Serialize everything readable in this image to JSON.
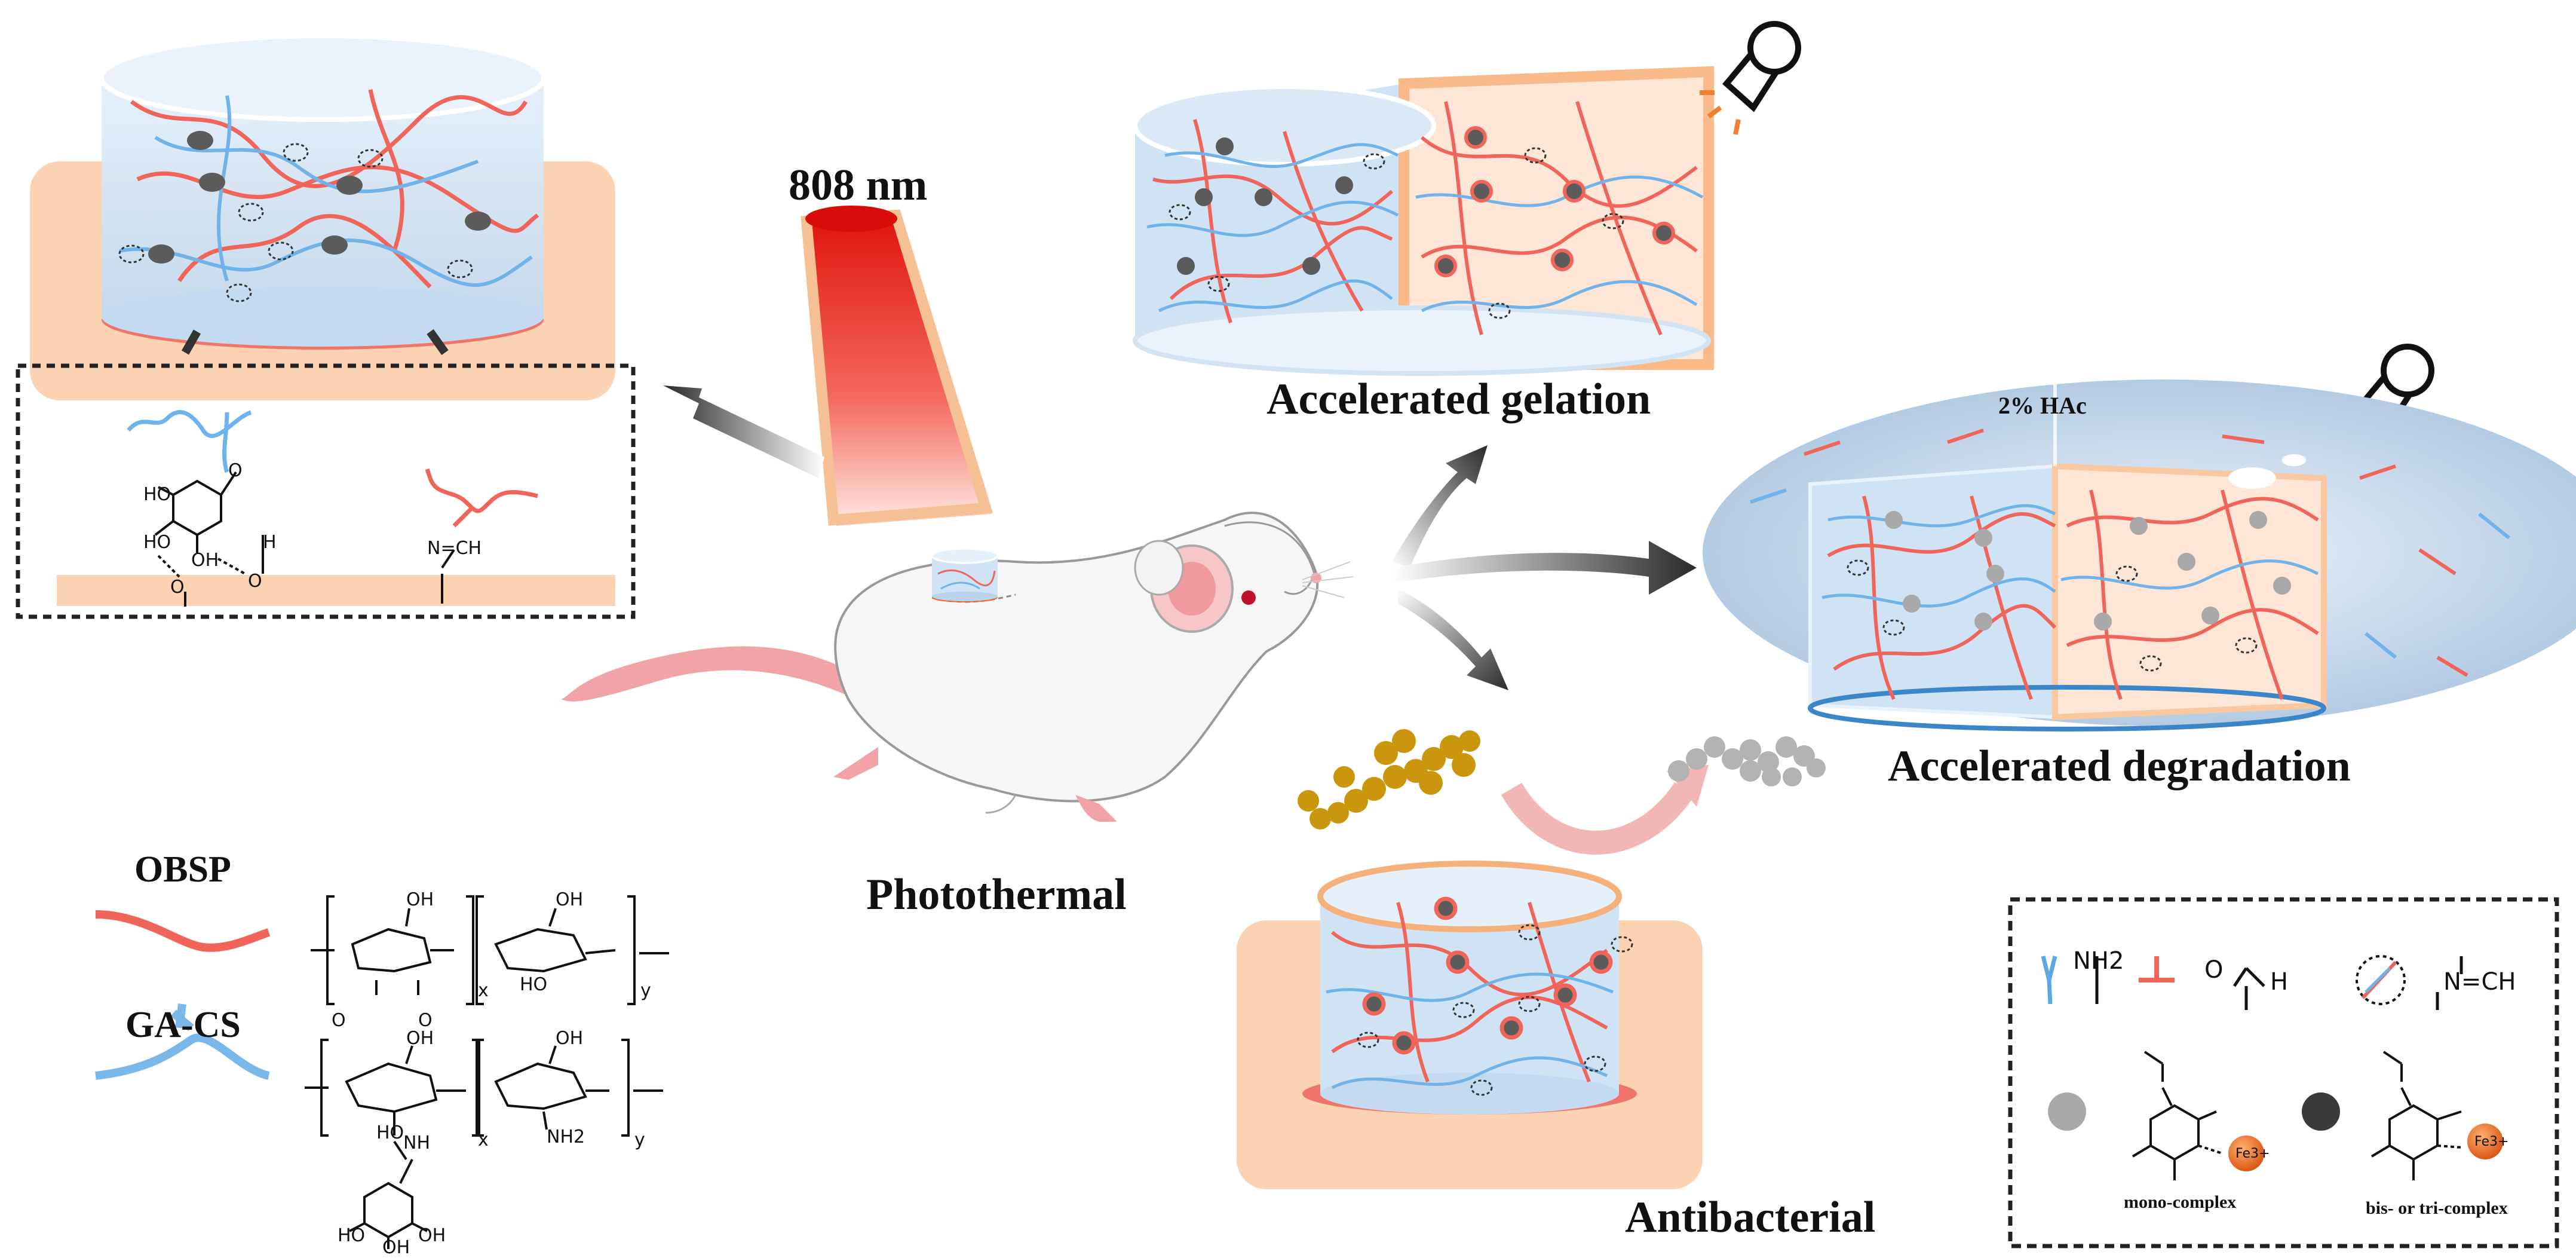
{
  "labels": {
    "nm": "808 nm",
    "photothermal": "Photothermal",
    "gelation": "Accelerated gelation",
    "degradation": "Accelerated degradation",
    "antibacterial": "Antibacterial",
    "hac": "2% HAc",
    "obsp": "OBSP",
    "gacs": "GA-CS"
  },
  "legend": {
    "nh2": "NH2",
    "cho_o": "O",
    "cho_h": "H",
    "imine": "N=CH",
    "mono": "mono-complex",
    "bis": "bis- or tri-complex",
    "fe": "Fe3+"
  },
  "chem": {
    "x_sub": "x",
    "y_sub": "y",
    "oh": "OH",
    "ho": "HO",
    "nh": "NH",
    "nh2": "NH2",
    "o": "O",
    "h": "H",
    "imine": "N=CH"
  },
  "colors": {
    "red_fiber": "#f0645a",
    "blue_fiber": "#5aa9e6",
    "gel_blue": "#cfe3f5",
    "skin": "#fbd3b3",
    "dark_dot": "#5b5b5b",
    "grey_dot": "#a9a9a9",
    "fe_orange": "#e8621c",
    "bacteria_gold": "#c9960c"
  },
  "icons": [
    "flashlight-icon",
    "laser-icon",
    "mouse-illustration",
    "arrow-icon"
  ]
}
